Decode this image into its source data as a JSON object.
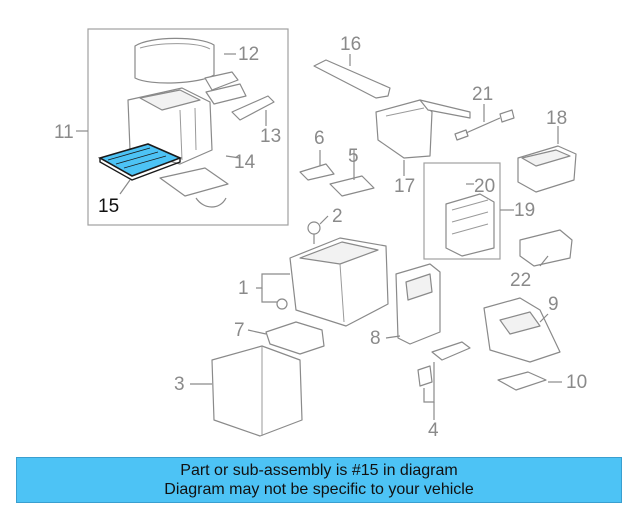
{
  "diagram": {
    "highlighted_part": "15",
    "highlight_color": "#4dc3f5",
    "callouts": [
      "1",
      "2",
      "3",
      "4",
      "5",
      "6",
      "7",
      "8",
      "9",
      "10",
      "11",
      "12",
      "13",
      "14",
      "15",
      "16",
      "17",
      "18",
      "19",
      "20",
      "21",
      "22"
    ]
  },
  "banner": {
    "line1": "Part or sub-assembly is #15 in diagram",
    "line2": "Diagram may not be specific to your vehicle",
    "background": "#4dc3f5"
  }
}
